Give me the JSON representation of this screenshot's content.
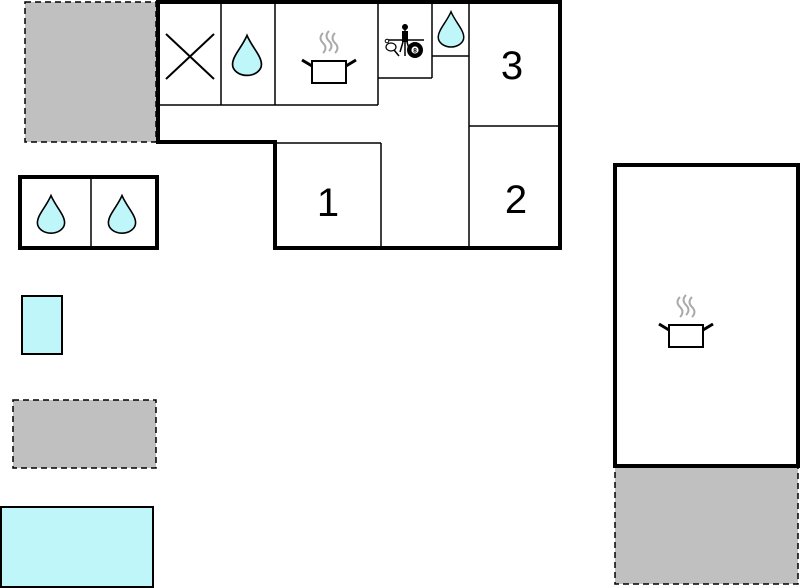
{
  "colors": {
    "wall": "#000000",
    "terrace_fill": "#c0c0c0",
    "water_fill": "#bff6fa",
    "background": "#ffffff",
    "steam": "#aaaaaa"
  },
  "rooms": {
    "room_1": {
      "label": "1"
    },
    "room_2": {
      "label": "2"
    },
    "room_3": {
      "label": "3"
    }
  },
  "icons": {
    "closed_room": "cross-icon",
    "bathroom": "water-drop-icon",
    "kitchen": "cooking-pot-icon",
    "games_room": "games-icon",
    "billiards_ball": "8"
  }
}
